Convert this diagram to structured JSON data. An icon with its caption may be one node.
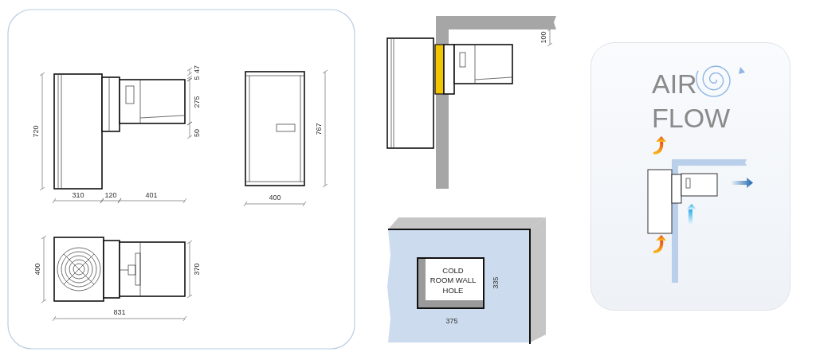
{
  "diagram": {
    "nodes": [
      {
        "text": [
          "COLD ROOM WALL HOLE"
        ]
      },
      {
        "text": [
          "AIR FLOW"
        ]
      }
    ],
    "labels": [
      "47",
      "5",
      "275",
      "720",
      "50",
      "767",
      "310",
      "120",
      "401",
      "400",
      "400",
      "370",
      "831",
      "100",
      "335",
      "375"
    ]
  }
}
